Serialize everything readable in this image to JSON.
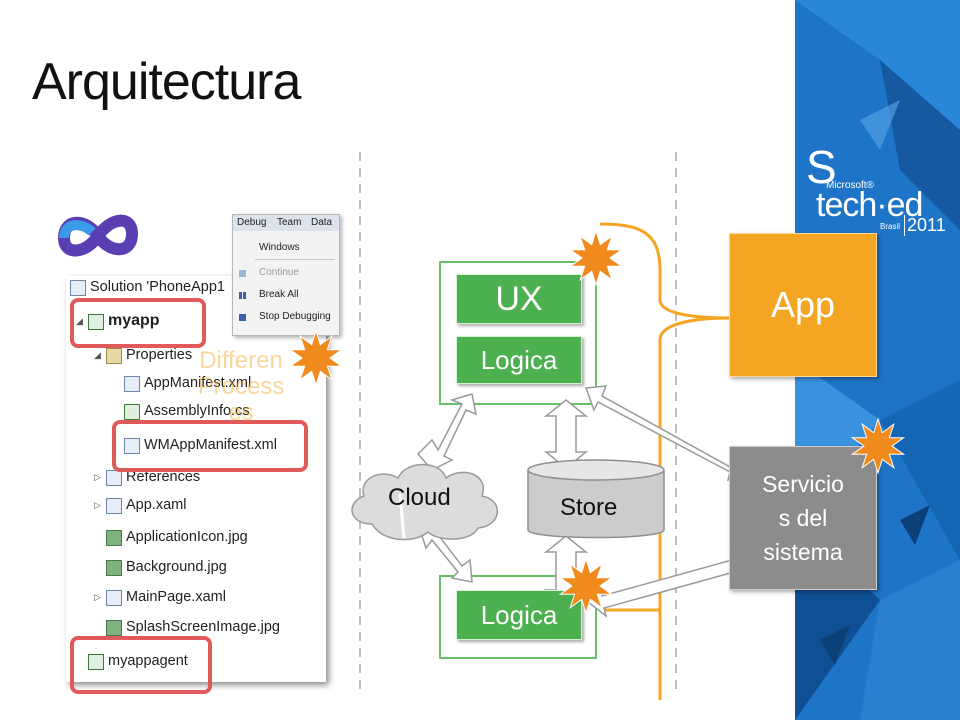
{
  "slide": {
    "title": "Arquitectura",
    "ghost_text": [
      "Differen",
      "Process",
      "es"
    ]
  },
  "branding": {
    "initial_letter": "S",
    "microsoft_mark": "Microsoft®",
    "product": "tech·ed",
    "country": "Brasil",
    "year": "2011"
  },
  "vs_menu": {
    "tabs": [
      "Debug",
      "Team",
      "Data"
    ],
    "items": [
      {
        "label": "Windows",
        "enabled": true,
        "icon": ""
      },
      {
        "label": "Continue",
        "enabled": false,
        "icon": "play-icon"
      },
      {
        "label": "Break All",
        "enabled": true,
        "icon": "pause-icon"
      },
      {
        "label": "Stop Debugging",
        "enabled": true,
        "icon": "stop-icon"
      }
    ]
  },
  "solution_explorer": {
    "rows": [
      {
        "label": "Solution 'PhoneApp1",
        "indent": 0,
        "bold": false,
        "icon": "solution-icon",
        "expander": "",
        "highlight": false
      },
      {
        "label": "myapp",
        "indent": 1,
        "bold": true,
        "icon": "csharp-project-icon",
        "expander": "◢",
        "highlight": true
      },
      {
        "label": "Properties",
        "indent": 2,
        "bold": false,
        "icon": "properties-folder-icon",
        "expander": "◢",
        "highlight": false
      },
      {
        "label": "AppManifest.xml",
        "indent": 3,
        "bold": false,
        "icon": "xml-file-icon",
        "expander": "",
        "highlight": false
      },
      {
        "label": "AssemblyInfo.cs",
        "indent": 3,
        "bold": false,
        "icon": "csharp-file-icon",
        "expander": "",
        "highlight": false
      },
      {
        "label": "WMAppManifest.xml",
        "indent": 3,
        "bold": false,
        "icon": "xml-file-icon",
        "expander": "",
        "highlight": true
      },
      {
        "label": "References",
        "indent": 2,
        "bold": false,
        "icon": "references-icon",
        "expander": "▷",
        "highlight": false
      },
      {
        "label": "App.xaml",
        "indent": 2,
        "bold": false,
        "icon": "xaml-file-icon",
        "expander": "▷",
        "highlight": false
      },
      {
        "label": "ApplicationIcon.jpg",
        "indent": 2,
        "bold": false,
        "icon": "image-file-icon",
        "expander": "",
        "highlight": false
      },
      {
        "label": "Background.jpg",
        "indent": 2,
        "bold": false,
        "icon": "image-file-icon",
        "expander": "",
        "highlight": false
      },
      {
        "label": "MainPage.xaml",
        "indent": 2,
        "bold": false,
        "icon": "xaml-file-icon",
        "expander": "▷",
        "highlight": false
      },
      {
        "label": "SplashScreenImage.jpg",
        "indent": 2,
        "bold": false,
        "icon": "image-file-icon",
        "expander": "",
        "highlight": false
      },
      {
        "label": "myappagent",
        "indent": 1,
        "bold": false,
        "icon": "csharp-project-icon",
        "expander": "",
        "highlight": true
      }
    ]
  },
  "diagram": {
    "ux": "UX",
    "logica_top": "Logica",
    "logica_bottom": "Logica",
    "cloud": "Cloud",
    "store": "Store",
    "app": "App",
    "servicios": [
      "Servicio",
      "s del",
      "sistema"
    ]
  },
  "colors": {
    "orange": "#f4a623",
    "green": "#4caf50",
    "gray": "#8c8c8c",
    "brand_blue": "#1a5fb4",
    "highlight_red": "#e05a5a"
  }
}
